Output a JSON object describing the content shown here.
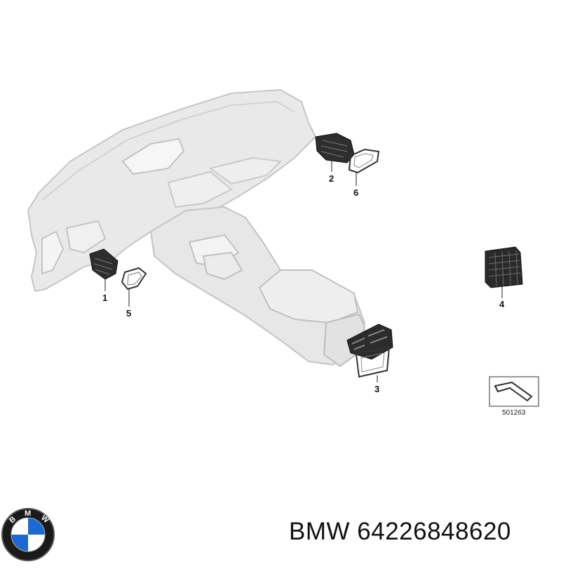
{
  "callouts": [
    {
      "id": "1",
      "label": "1"
    },
    {
      "id": "2",
      "label": "2"
    },
    {
      "id": "3",
      "label": "3"
    },
    {
      "id": "4",
      "label": "4"
    },
    {
      "id": "5",
      "label": "5"
    },
    {
      "id": "6",
      "label": "6"
    }
  ],
  "reference_box": {
    "code": "501263"
  },
  "logo": {
    "brand_letters": [
      "B",
      "M",
      "W"
    ],
    "colors": {
      "blue": "#1c69d4",
      "white": "#ffffff",
      "ring": "#1a1a1a"
    }
  },
  "footer": {
    "text": "BMW 64226848620"
  },
  "colors": {
    "dashboard": "#e6e6e6",
    "dashboard_edge": "#c8c8c8",
    "vent": "#2a2a2a",
    "callout_line": "#222222"
  }
}
